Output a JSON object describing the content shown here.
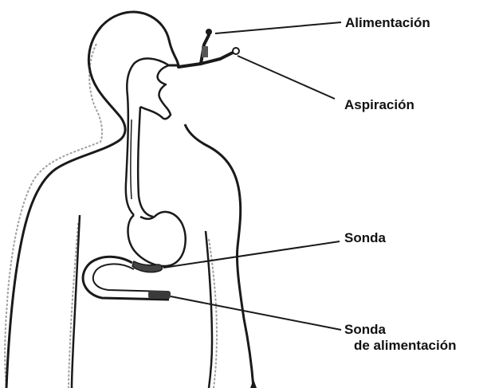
{
  "labels": {
    "feeding": "Alimentación",
    "aspiration": "Aspiración",
    "tube": "Sonda",
    "feeding_tube_line1": "Sonda",
    "feeding_tube_line2": "de alimentación"
  },
  "colors": {
    "outline": "#1a1a1a",
    "shadow": "#9a9a9a",
    "tube_fill": "#555555",
    "background": "#ffffff"
  }
}
